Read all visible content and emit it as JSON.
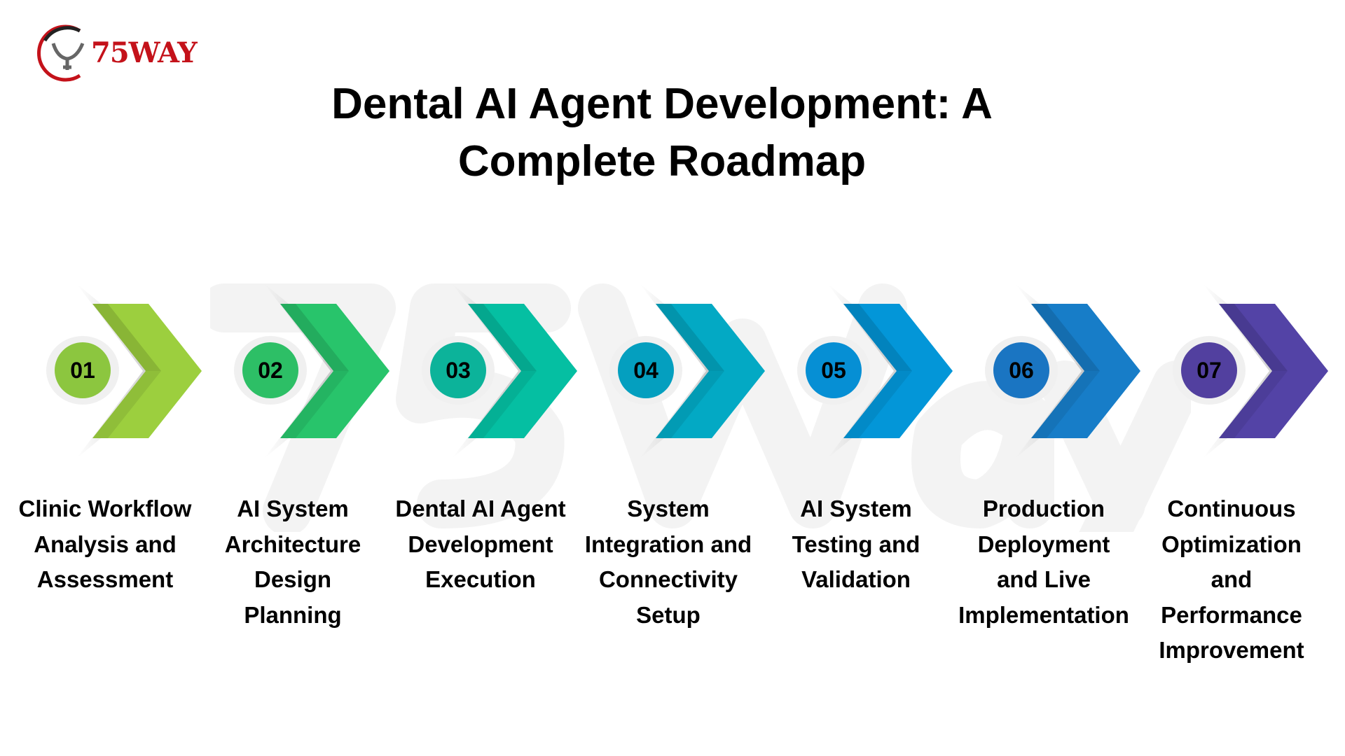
{
  "logo": {
    "text": "75WAY"
  },
  "title": {
    "line1": "Dental AI Agent Development: A",
    "line2": "Complete Roadmap"
  },
  "watermark": "75Way",
  "steps": [
    {
      "number": "01",
      "label": "Clinic Workflow Analysis and Assessment",
      "color": "#9ccf3e",
      "circle_color": "#8cc63f"
    },
    {
      "number": "02",
      "label": "AI System Architecture Design Planning",
      "color": "#28c46b",
      "circle_color": "#2dbf66"
    },
    {
      "number": "03",
      "label": "Dental AI Agent Development Execution",
      "color": "#05bfa2",
      "circle_color": "#0cb39a"
    },
    {
      "number": "04",
      "label": "System Integration and Connectivity Setup",
      "color": "#03a9c4",
      "circle_color": "#049fbf"
    },
    {
      "number": "05",
      "label": "AI System Testing and Validation",
      "color": "#0396d8",
      "circle_color": "#068fd4"
    },
    {
      "number": "06",
      "label": "Production Deployment and Live Implementation",
      "color": "#177dc8",
      "circle_color": "#1a75c2"
    },
    {
      "number": "07",
      "label": "Continuous Optimization and Performance Improvement",
      "color": "#5343a6",
      "circle_color": "#52409f"
    }
  ]
}
